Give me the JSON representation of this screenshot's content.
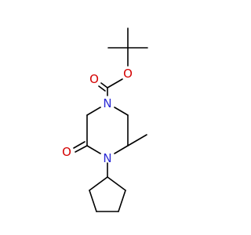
{
  "molecule": {
    "atoms": {
      "ester_o_double": {
        "symbol": "O",
        "color": "#d40000"
      },
      "ester_o_single": {
        "symbol": "O",
        "color": "#d40000"
      },
      "ring_n1": {
        "symbol": "N",
        "color": "#2a2ad6"
      },
      "ring_n4": {
        "symbol": "N",
        "color": "#2a2ad6"
      },
      "lactam_o": {
        "symbol": "O",
        "color": "#d40000"
      }
    },
    "bond_color": "#000000"
  }
}
